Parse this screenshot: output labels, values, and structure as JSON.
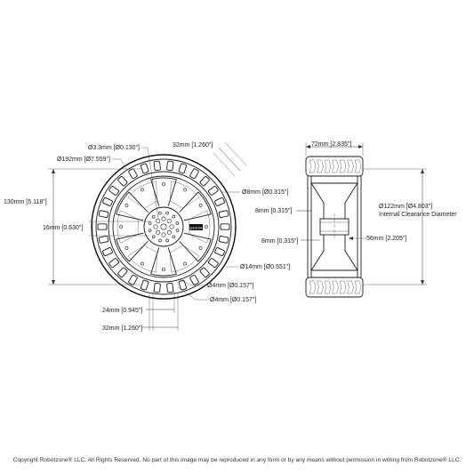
{
  "front_view": {
    "dims": {
      "bore_small": "Ø3.3mm [Ø0.130\"]",
      "outer_dia": "Ø192mm [Ø7.559\"]",
      "top_32": "32mm [1.260\"]",
      "height_130": "130mm [5.118\"]",
      "hole_8": "Ø8mm [Ø0.315\"]",
      "left_16": "16mm [0.630\"]",
      "hole_14": "Ø14mm [Ø0.551\"]",
      "hole_4a": "Ø4mm [Ø0.157\"]",
      "hole_4b": "Ø4mm [Ø0.157\"]",
      "bottom_24": "24mm [0.945\"]",
      "bottom_32": "32mm [1.260\"]"
    },
    "hub_label": "goBILDA"
  },
  "side_view": {
    "dims": {
      "width_72": "72mm [2.835\"]",
      "inner_dia": "Ø122mm [Ø4.803\"]",
      "inner_dia_note": "Internal Clearance Diameter",
      "upper_8": "8mm [0.315\"]",
      "lower_8": "8mm [0.315\"]",
      "width_56": "56mm [2.205\"]"
    }
  },
  "footer": {
    "copyright": "Copyright Robotzone® LLC.  All Rights Reserved. No part of this image may be reproduced in any form or by any means without permission in writing from Robotzone® LLC."
  }
}
